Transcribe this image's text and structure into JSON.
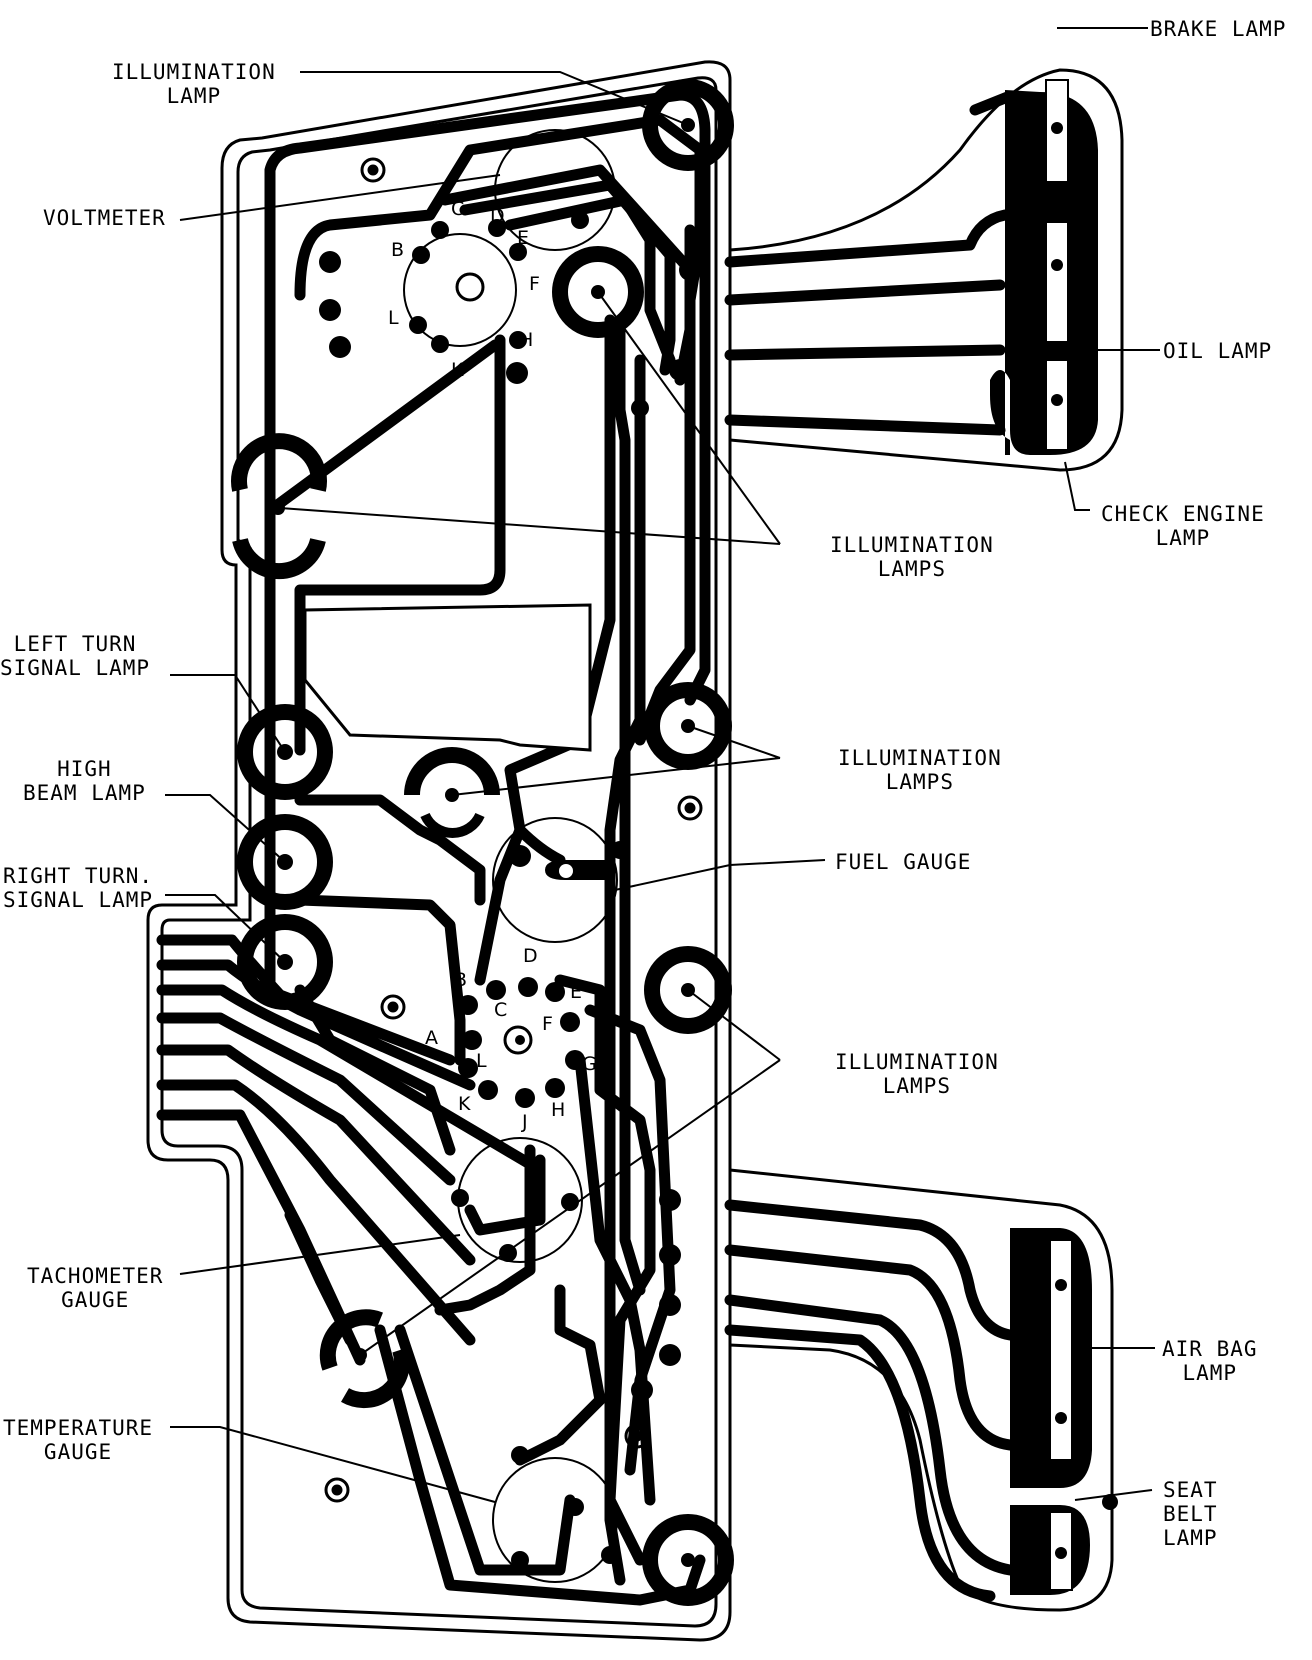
{
  "labels": {
    "illumination_lamp_top": "ILLUMINATION\nLAMP",
    "voltmeter": "VOLTMETER",
    "left_turn": "LEFT TURN\nSIGNAL LAMP",
    "high_beam": "HIGH\nBEAM LAMP",
    "right_turn": "RIGHT TURN.\nSIGNAL LAMP",
    "tachometer": "TACHOMETER\nGAUGE",
    "temperature": "TEMPERATURE\nGAUGE",
    "brake": "BRAKE LAMP",
    "oil": "OIL LAMP",
    "check_engine": "CHECK ENGINE\nLAMP",
    "illumination_lamps_1": "ILLUMINATION\nLAMPS",
    "illumination_lamps_2": "ILLUMINATION\nLAMPS",
    "fuel": "FUEL GAUGE",
    "illumination_lamps_3": "ILLUMINATION\nLAMPS",
    "air_bag": "AIR BAG\nLAMP",
    "seat_belt": "SEAT\nBELT\nLAMP"
  },
  "voltmeter_pins": {
    "b": "B",
    "c": "C",
    "d": "D",
    "e": "E",
    "f": "F",
    "h": "H",
    "k": "K",
    "l": "L"
  },
  "tach_pins": {
    "a": "A",
    "b": "B",
    "c": "C",
    "d": "D",
    "e": "E",
    "f": "F",
    "g": "G",
    "h": "H",
    "j": "J",
    "k": "K",
    "l": "L"
  }
}
